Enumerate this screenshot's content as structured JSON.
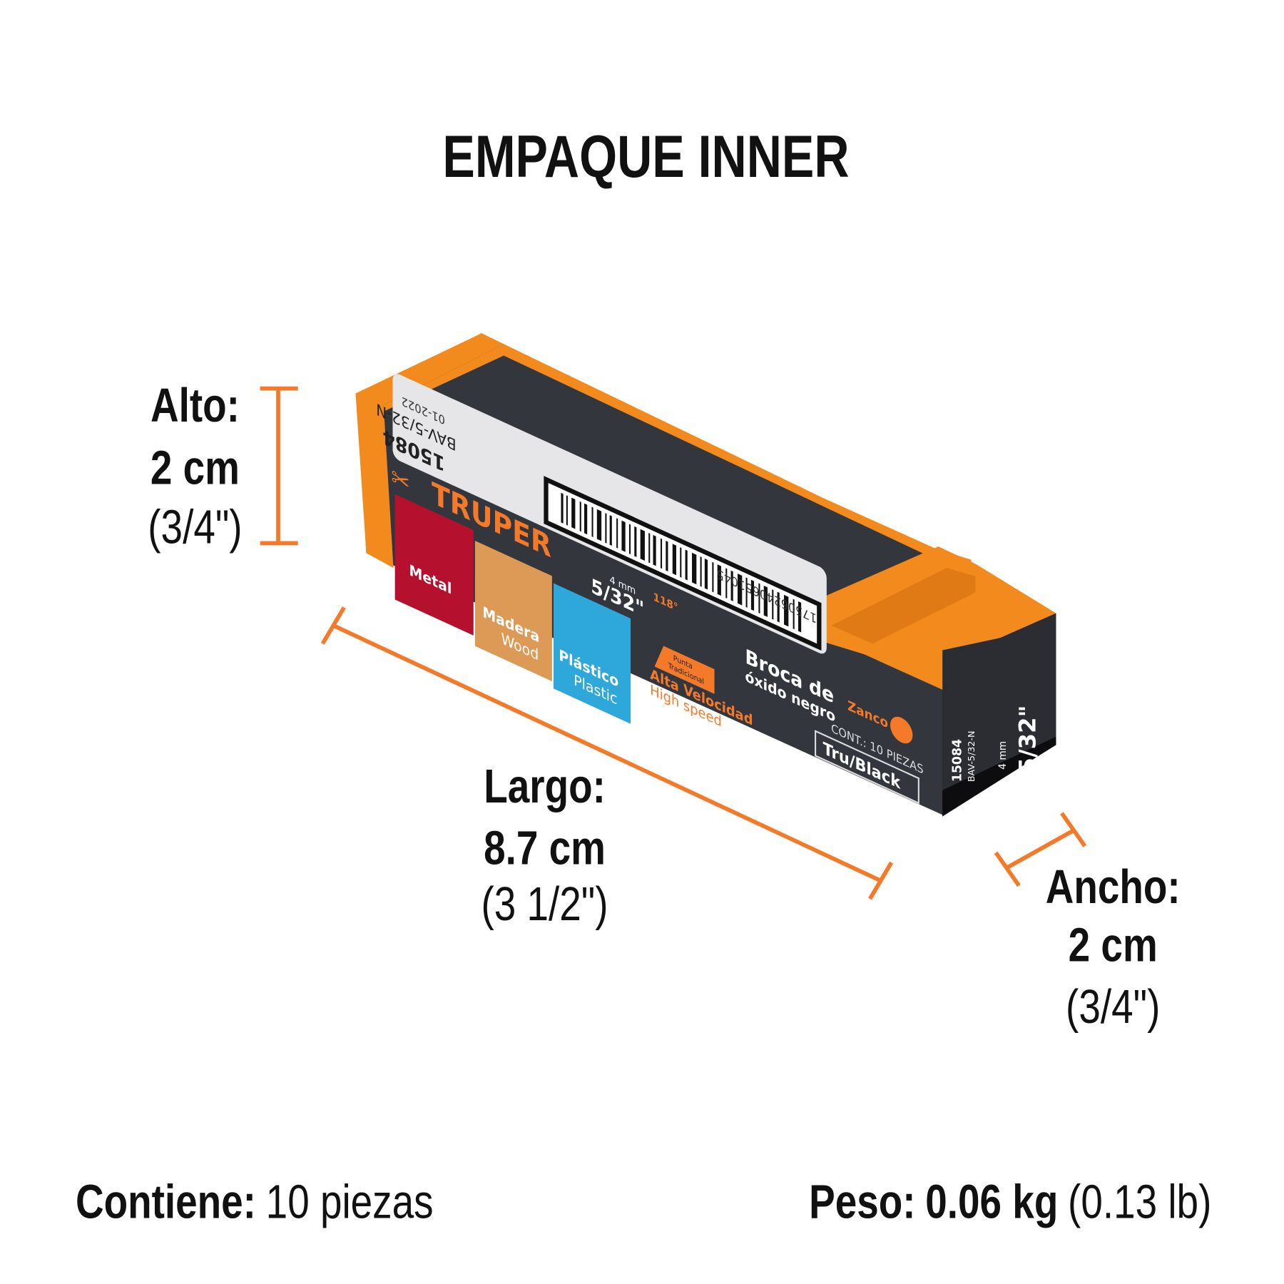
{
  "title": "EMPAQUE INNER",
  "colors": {
    "accent": "#f47a2a",
    "box_orange": "#f28a1e",
    "box_dark": "#33363d",
    "metal": "#b5102e",
    "wood": "#dd9a57",
    "plastic": "#2ea7db"
  },
  "dimensions": {
    "alto": {
      "label": "Alto:",
      "value": "2 cm",
      "imperial": "(3/4\")"
    },
    "largo": {
      "label": "Largo:",
      "value": "8.7 cm",
      "imperial": "(3 1/2\")"
    },
    "ancho": {
      "label": "Ancho:",
      "value": "2 cm",
      "imperial": "(3/4\")"
    }
  },
  "contents": {
    "label": "Contiene:",
    "value": "10 piezas"
  },
  "weight": {
    "label": "Peso:",
    "value": "0.06 kg",
    "imperial": "(0.13 lb)"
  },
  "package": {
    "brand": "TRUPER",
    "code": "15084",
    "model": "BAV-5/32-N",
    "date": "01-2022",
    "barcode_number": "17506240651045",
    "size_mm": "4 mm",
    "size_in": "5/32\"",
    "materials": [
      {
        "label": "Metal",
        "sub": ""
      },
      {
        "label": "Madera",
        "sub": "Wood"
      },
      {
        "label": "Plástico",
        "sub": "Plastic"
      }
    ],
    "angle": "118°",
    "tip": [
      "Punta",
      "Tradicional"
    ],
    "speed": "Alta Velocidad",
    "speed_en": "High speed",
    "product_line1": "Broca de",
    "product_line2": "óxido negro",
    "shank": "Zanco",
    "count": "CONT.: 10 PIEZAS",
    "series": "Tru/Black"
  }
}
